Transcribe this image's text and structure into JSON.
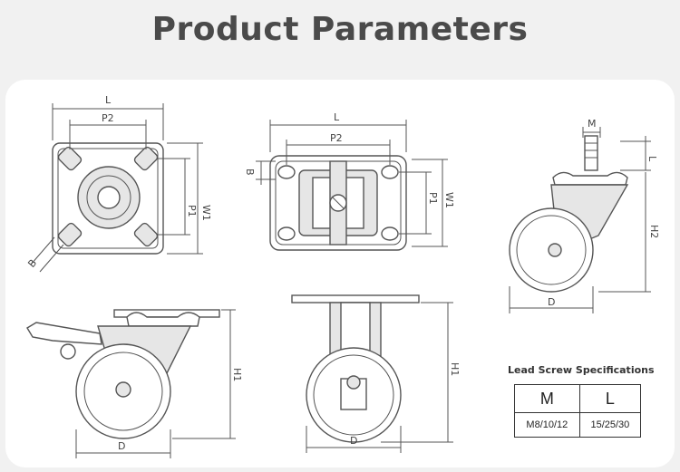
{
  "title": "Product Parameters",
  "labels": {
    "L": "L",
    "P2": "P2",
    "P1": "P1",
    "W1": "W1",
    "B": "B",
    "M": "M",
    "H1": "H1",
    "H2": "H2",
    "D": "D"
  },
  "specs": {
    "title": "Lead Screw Specifications",
    "headers": [
      "M",
      "L"
    ],
    "values": [
      "M8/10/12",
      "15/25/30"
    ]
  }
}
